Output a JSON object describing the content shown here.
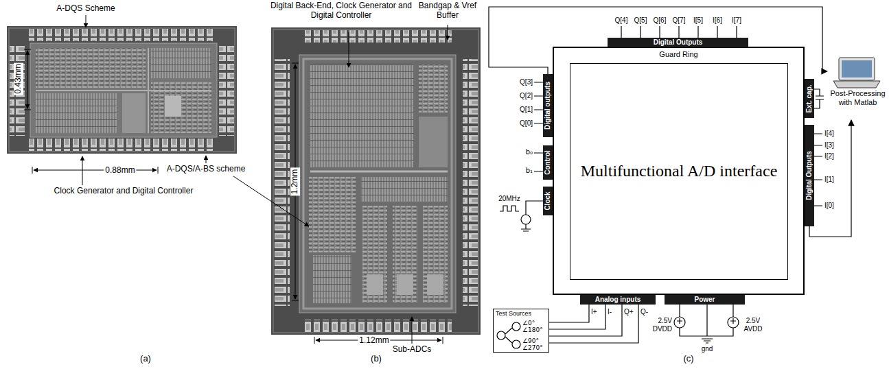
{
  "diagram": {
    "nodes": [
      {
        "text": [
          "Guard Ring"
        ]
      },
      {
        "text": [
          "Multifunctional A/D interface"
        ],
        "in": 0
      },
      {
        "text": [
          "Digital Outputs"
        ]
      },
      {
        "text": [
          "Digital outputs"
        ]
      },
      {
        "text": [
          "Control"
        ]
      },
      {
        "text": [
          "Clock"
        ]
      },
      {
        "text": [
          "Ext. cap."
        ]
      },
      {
        "text": [
          "Digital Outputs"
        ]
      },
      {
        "text": [
          "Analog inputs"
        ]
      },
      {
        "text": [
          "Power"
        ]
      },
      {
        "text": [
          "Test Sources"
        ]
      },
      {
        "text": [
          "Post-Processing with Matlab"
        ]
      }
    ],
    "edges": [
      {
        "from": 3,
        "to": 11,
        "arrow": "to"
      },
      {
        "from": 7,
        "to": 11,
        "arrow": "to"
      },
      {
        "from": 10,
        "to": 8,
        "arrow": "none"
      }
    ],
    "labels": [
      "A-DQS Scheme",
      "0.43mm",
      "0.88mm",
      "Clock Generator and Digital Controller",
      "A-DQS/A-BS scheme",
      "(a)",
      "Digital Back-End, Clock Generator and Digital Controller",
      "Bandgap & Vref Buffer",
      "1.2mm",
      "1.12mm",
      "Sub-ADCs",
      "(b)",
      "Q[4]",
      "Q[5]",
      "Q[6]",
      "Q[7]",
      "I[5]",
      "I[6]",
      "I[7]",
      "Q[3]",
      "Q[2]",
      "Q[1]",
      "Q[0]",
      "b₀",
      "b₁",
      "20MHz",
      "I[4]",
      "I[3]",
      "I[2]",
      "I[1]",
      "I[0]",
      "I+",
      "I-",
      "Q+",
      "Q-",
      "2.5V DVDD",
      "gnd",
      "2.5V AVDD",
      "∠0°",
      "∠180°",
      "∠90°",
      "∠270°",
      "(c)"
    ]
  }
}
